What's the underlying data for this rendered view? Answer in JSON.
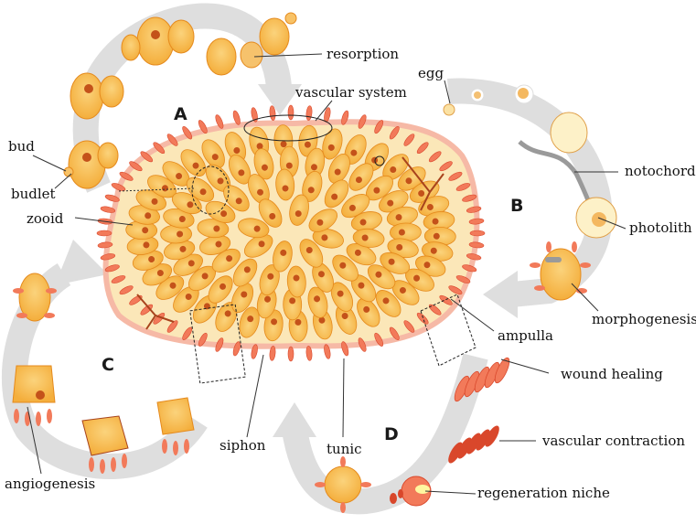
{
  "sections": {
    "a": "A",
    "b": "B",
    "c": "C",
    "d": "D"
  },
  "labels": {
    "resorption": "resorption",
    "vascular_system": "vascular system",
    "egg": "egg",
    "bud": "bud",
    "budlet": "budlet",
    "zooid": "zooid",
    "notochord": "notochord",
    "photolith": "photolith",
    "morphogenesis": "morphogenesis",
    "ampulla": "ampulla",
    "wound_healing": "wound healing",
    "vascular_contraction": "vascular contraction",
    "regeneration_niche": "regeneration niche",
    "siphon": "siphon",
    "tunic": "tunic",
    "angiogenesis": "angiogenesis"
  },
  "colors": {
    "arrow": "#dcdcdc",
    "zooid_fill": "#f8bd55",
    "zooid_stroke": "#e58a1d",
    "colony_fill": "#fbe6b0",
    "ampulla": "#f27a5a",
    "ampulla_dark": "#d9472b",
    "nucleus": "#c4521a",
    "tunic_outline": "#f6b9a6"
  }
}
